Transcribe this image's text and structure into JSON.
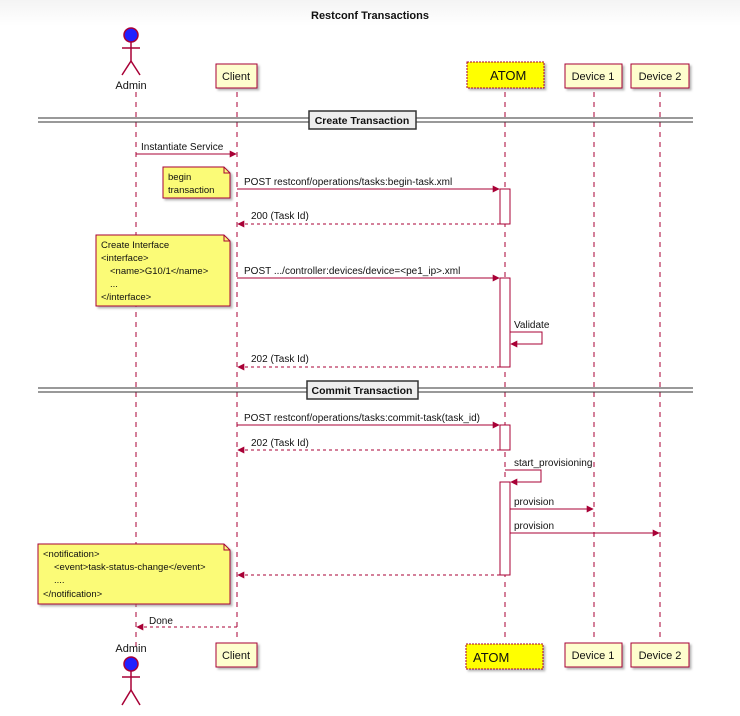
{
  "title": "Restconf Transactions",
  "participants": {
    "admin": "Admin",
    "client": "Client",
    "atom": "ATOM",
    "device1": "Device 1",
    "device2": "Device 2"
  },
  "dividers": {
    "create": "Create Transaction",
    "commit": "Commit Transaction"
  },
  "messages": {
    "instantiate": "Instantiate Service",
    "begin_post": "POST restconf/operations/tasks:begin-task.xml",
    "begin_resp": "200 (Task Id)",
    "iface_post": "POST .../controller:devices/device=<pe1_ip>.xml",
    "validate": "Validate",
    "iface_resp": "202 (Task Id)",
    "commit_post": "POST restconf/operations/tasks:commit-task(task_id)",
    "commit_resp": "202 (Task Id)",
    "start_prov": "start_provisioning",
    "prov1": "provision",
    "prov2": "provision",
    "done": "Done"
  },
  "notes": {
    "begin": {
      "line1": "begin",
      "line2": "transaction"
    },
    "iface": {
      "line1": "Create Interface",
      "line2": "<interface>",
      "line3": "<name>G10/1</name>",
      "line4": "...",
      "line5": "</interface>"
    },
    "notification": {
      "line1": "<notification>",
      "line2": "<event>task-status-change</event>",
      "line3": "....",
      "line4": "</notification>"
    }
  },
  "colors": {
    "arrow": "#a80036",
    "participant_fill": "#fefece",
    "atom_fill": "#ffff00",
    "note_fill": "#fbfb77",
    "actor_head": "#2020ff",
    "actor_stroke": "#a80036",
    "activation_fill": "#ffffff"
  }
}
